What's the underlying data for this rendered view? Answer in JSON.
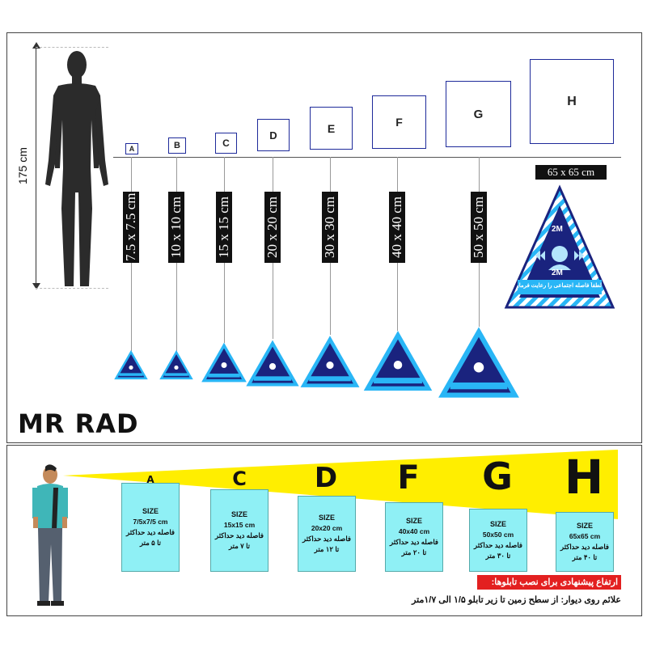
{
  "top": {
    "height_label": "175 cm",
    "large_size_label": "65 x 65 cm",
    "boxes": [
      {
        "letter": "A"
      },
      {
        "letter": "B"
      },
      {
        "letter": "C"
      },
      {
        "letter": "D"
      },
      {
        "letter": "E"
      },
      {
        "letter": "F"
      },
      {
        "letter": "G"
      },
      {
        "letter": "H"
      }
    ],
    "size_labels": [
      "7.5 x 7.5 cm",
      "10 x 10 cm",
      "15 x 15 cm",
      "20 x 20 cm",
      "30 x 30 cm",
      "40 x 40 cm",
      "50 x 50 cm"
    ],
    "sign": {
      "distance_top": "2M",
      "distance_bottom": "2M",
      "message": "لطفاً فاصله اجتماعی را رعایت فرمایید",
      "colors": {
        "dark": "#1a237e",
        "light": "#29b6f6",
        "stripe": "#ffffff"
      }
    },
    "logo": "MR RAD"
  },
  "bottom": {
    "letters": [
      "A",
      "C",
      "D",
      "F",
      "G",
      "H"
    ],
    "cards": [
      {
        "size": "SIZE",
        "dims": "7/5x7/5 cm",
        "dist_label": "فاصله دید حداکثر",
        "dist": "تا ۵ متر"
      },
      {
        "size": "SIZE",
        "dims": "15x15 cm",
        "dist_label": "فاصله دید حداکثر",
        "dist": "تا ۷ متر"
      },
      {
        "size": "SIZE",
        "dims": "20x20 cm",
        "dist_label": "فاصله دید حداکثر",
        "dist": "تا ۱۲ متر"
      },
      {
        "size": "SIZE",
        "dims": "40x40 cm",
        "dist_label": "فاصله دید حداکثر",
        "dist": "تا ۲۰ متر"
      },
      {
        "size": "SIZE",
        "dims": "50x50 cm",
        "dist_label": "فاصله دید حداکثر",
        "dist": "تا ۳۰ متر"
      },
      {
        "size": "SIZE",
        "dims": "65x65 cm",
        "dist_label": "فاصله دید حداکثر",
        "dist": "تا ۴۰ متر"
      }
    ],
    "install_title": "ارتفاع پیشنهادی برای نصب تابلوها:",
    "install_text": "علائم روی دیوار: از سطح زمین تا زیر تابلو ۱/۵ الی ۱/۷متر",
    "colors": {
      "cone": "#ffee00",
      "title_bg": "#e32020"
    }
  }
}
